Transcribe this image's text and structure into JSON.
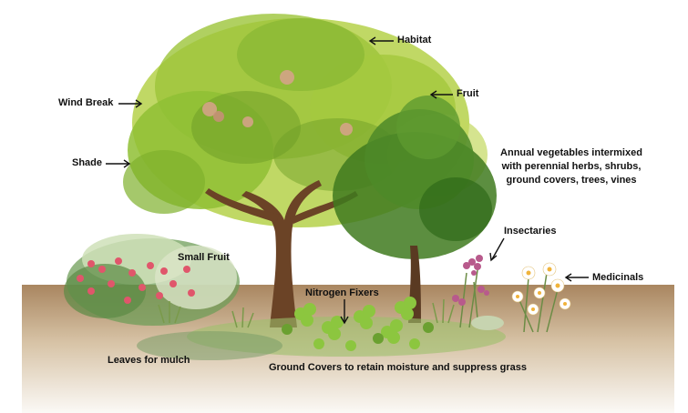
{
  "labels": {
    "habitat": "Habitat",
    "fruit": "Fruit",
    "wind_break": "Wind Break",
    "shade": "Shade",
    "annual_line1": "Annual vegetables intermixed",
    "annual_line2": "with perennial herbs, shrubs,",
    "annual_line3": "ground covers, trees, vines",
    "insectaries": "Insectaries",
    "small_fruit": "Small Fruit",
    "medicinals": "Medicinals",
    "nitrogen_fixers": "Nitrogen Fixers",
    "leaves_for_mulch": "Leaves for mulch",
    "ground_covers": "Ground Covers to retain moisture and suppress grass"
  },
  "colors": {
    "soil_top": "#a98660",
    "soil_bottom": "#fbf9f6",
    "foliage_light": "#b5d14a",
    "foliage_mid": "#7fb02c",
    "foliage_dark": "#3f7a1e",
    "trunk": "#6b4326",
    "berry": "#e0566b",
    "clover": "#8cc63f",
    "daisy": "#ffffff",
    "insectary_flower": "#b85a8c"
  }
}
